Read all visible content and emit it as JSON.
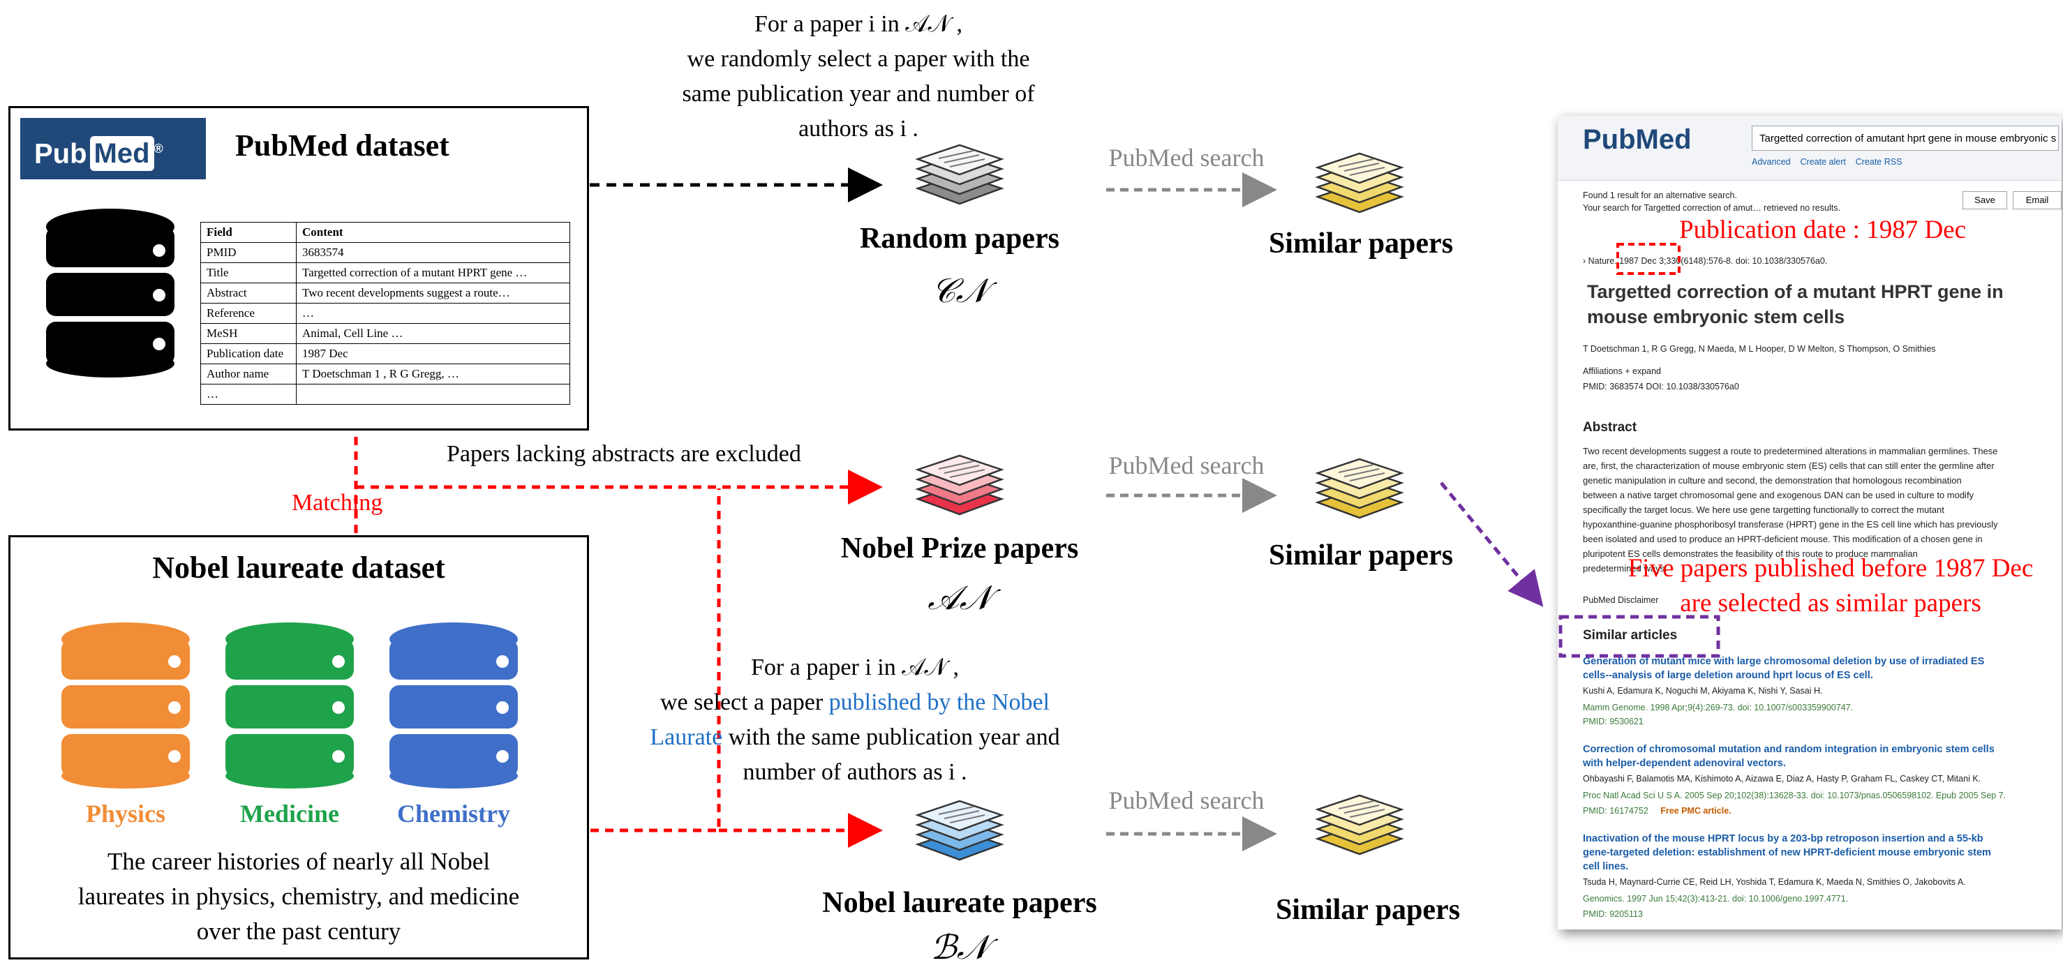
{
  "pubmed_box": {
    "logo_pub": "Pub",
    "logo_med": "Med",
    "logo_reg": "®",
    "title": "PubMed dataset",
    "table": {
      "headers": [
        "Field",
        "Content"
      ],
      "rows": [
        [
          "PMID",
          "3683574"
        ],
        [
          "Title",
          "Targetted correction of a mutant HPRT gene …"
        ],
        [
          "Abstract",
          "Two recent developments suggest a route…"
        ],
        [
          "Reference",
          "…"
        ],
        [
          "MeSH",
          "Animal, Cell Line …"
        ],
        [
          "Publication date",
          "1987 Dec"
        ],
        [
          "Author name",
          "T Doetschman  1 , R G Gregg, …"
        ],
        [
          "…",
          ""
        ]
      ]
    }
  },
  "nobel_box": {
    "title": "Nobel laureate dataset",
    "fields": [
      "Physics",
      "Medicine",
      "Chemistry"
    ],
    "caption_lines": [
      "The career histories of nearly all Nobel",
      "laureates in physics, chemistry, and medicine",
      "over the past century"
    ],
    "colors": {
      "physics": "#f18d36",
      "medicine": "#1fa34a",
      "chemistry": "#3f6fc8"
    }
  },
  "labels": {
    "matching": "Matching",
    "lacking_abstracts": "Papers lacking abstracts are excluded",
    "top_note_lines": [
      "For a paper i in 𝒜𝒩 ,",
      "we randomly select a paper with the",
      "same publication year and number of",
      "authors as i ."
    ],
    "mid_note": {
      "line1": "For a paper i in 𝒜𝒩 ,",
      "line2_a": "we select a paper ",
      "line2_b": "published by the Nobel",
      "line3_a": "Laurate",
      "line3_b": " with the same publication year and",
      "line4": "number of authors as i ."
    },
    "pubmed_search": "PubMed search",
    "random_papers": "Random papers",
    "random_symbol": "𝒞𝒩",
    "nobel_prize_papers": "Nobel Prize papers",
    "nobel_prize_symbol": "𝒜𝒩",
    "nobel_laureate_papers": "Nobel laureate papers",
    "nobel_laureate_symbol": "ℬ𝒩",
    "similar_papers": "Similar papers"
  },
  "screenshot": {
    "logo_pub": "Pub",
    "logo_med": "Med",
    "search_value": "Targetted correction of amutant hprt gene in mouse embryonic s",
    "links": [
      "Advanced",
      "Create alert",
      "Create RSS"
    ],
    "found_line": "Found 1 result for an alternative search.",
    "search_line": "Your search for Targetted correction of amut… retrieved no results.",
    "save": "Save",
    "email": "Email",
    "citation": "› Nature. 1987 Dec 3;330(6148):576-8. doi: 10.1038/330576a0.",
    "title_lines": [
      "Targetted correction of a mutant HPRT gene in",
      "mouse embryonic stem cells"
    ],
    "authors": "T Doetschman 1, R G Gregg, N Maeda, M L Hooper, D W Melton, S Thompson, O Smithies",
    "affiliations": "Affiliations  + expand",
    "pmid_line": "PMID: 3683574   DOI: 10.1038/330576a0",
    "abstract_heading": "Abstract",
    "abstract_lines": [
      "Two recent developments suggest a route to predetermined alterations in mammalian germlines. These",
      "are, first, the characterization of mouse embryonic stem (ES) cells that can still enter the germline after",
      "genetic manipulation in culture and second, the demonstration that homologous recombination",
      "between a native target chromosomal gene and exogenous DAN can be used in culture to modify",
      "specifically the target locus. We here use gene targetting functionally to correct the mutant",
      "hypoxanthine-guanine phosphoribosyl transferase (HPRT) gene in the ES cell line which has previously",
      "been isolated and used to produce an HPRT-deficient mouse. This modification of a chosen gene in",
      "pluripotent ES cells demonstrates the feasibility of this route to produce mammalian",
      "predetermined ways."
    ],
    "disclaimer": "PubMed Disclaimer",
    "similar_heading": "Similar articles",
    "similar": [
      {
        "title_lines": [
          "Generation of mutant mice with large chromosomal deletion by use of irradiated ES",
          "cells--analysis of large deletion around hprt locus of ES cell."
        ],
        "authors": "Kushi A, Edamura K, Noguchi M, Akiyama K, Nishi Y, Sasai H.",
        "source": "Mamm Genome. 1998 Apr;9(4):269-73. doi: 10.1007/s003359900747.",
        "pmid": "PMID: 9530621",
        "extra": ""
      },
      {
        "title_lines": [
          "Correction of chromosomal mutation and random integration in embryonic stem cells",
          "with helper-dependent adenoviral vectors."
        ],
        "authors": "Ohbayashi F, Balamotis MA, Kishimoto A, Aizawa E, Diaz A, Hasty P, Graham FL, Caskey CT, Mitani K.",
        "source": "Proc Natl Acad Sci U S A. 2005 Sep 20;102(38):13628-33. doi: 10.1073/pnas.0506598102. Epub 2005 Sep 7.",
        "pmid": "PMID: 16174752",
        "extra": "Free PMC article."
      },
      {
        "title_lines": [
          "Inactivation of the mouse HPRT locus by a 203-bp retroposon insertion and a 55-kb",
          "gene-targeted deletion: establishment of new HPRT-deficient mouse embryonic stem",
          "cell lines."
        ],
        "authors": "Tsuda H, Maynard-Currie CE, Reid LH, Yoshida T, Edamura K, Maeda N, Smithies O, Jakobovits A.",
        "source": "Genomics. 1997 Jun 15;42(3):413-21. doi: 10.1006/geno.1997.4771.",
        "pmid": "PMID: 9205113",
        "extra": ""
      }
    ],
    "pub_date_note": "Publication date : 1987 Dec",
    "five_papers_note_lines": [
      "Five papers published before 1987 Dec",
      "are selected as similar papers"
    ]
  }
}
